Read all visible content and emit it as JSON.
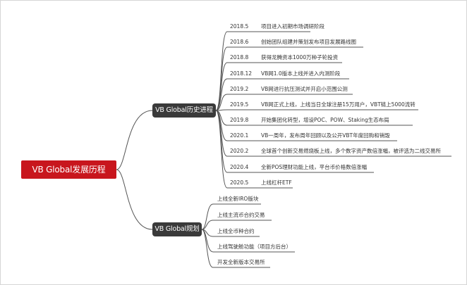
{
  "root": {
    "label": "VB Global发展历程"
  },
  "history": {
    "label": "VB Global历史进程",
    "events": [
      {
        "date": "2018.5",
        "text": "项目进入初期市场调研阶段"
      },
      {
        "date": "2018.6",
        "text": "创始团队组建并策划发布项目发展路线图"
      },
      {
        "date": "2018.8",
        "text": "获得龙腾资本1000万种子轮投资"
      },
      {
        "date": "2018.12",
        "text": "VB网1.0版本上线并进入内测阶段"
      },
      {
        "date": "2019.2",
        "text": "VB网进行抗压测试并开启小范围公测"
      },
      {
        "date": "2019.5",
        "text": "VB网正式上线，上线当日全球注册15万用户，VBT链上5000流转"
      },
      {
        "date": "2019.8",
        "text": "开始集团化转型，增设POC、POW、Staking生态布局"
      },
      {
        "date": "2020.1",
        "text": "VB一周年，发布周年回顾以及公开VBT年度回购和销毁"
      },
      {
        "date": "2020.2",
        "text": "全球首个创新交易燃烧板上线，多个数字资产数倍涨幅，被评选为二线交易所"
      },
      {
        "date": "2020.4",
        "text": "全新POS理财功能上线，平台币价格数倍涨幅"
      },
      {
        "date": "2020.5",
        "text": "上线杠杆ETF"
      }
    ]
  },
  "plan": {
    "label": "VB Global规划",
    "items": [
      "上线全新IRO版块",
      "上线主流币合约交易",
      "上线全币种合约",
      "上线驾驶舱功能（项目方后台）",
      "开发全新版本交易所"
    ]
  }
}
